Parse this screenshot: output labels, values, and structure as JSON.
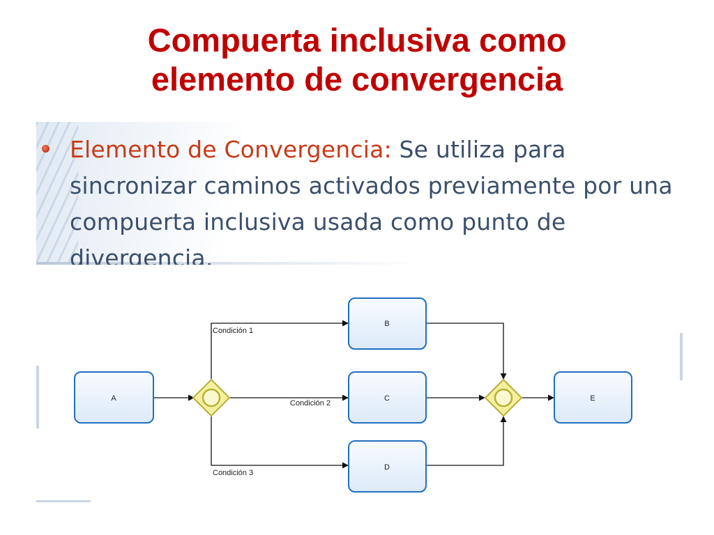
{
  "slide": {
    "title_line1": "Compuerta inclusiva como",
    "title_line2": "elemento de convergencia"
  },
  "bullet": {
    "term": "Elemento de Convergencia:",
    "description": " Se utiliza para sincronizar caminos activados previamente por una compuerta inclusiva usada como punto de divergencia."
  },
  "diagram": {
    "tasks": {
      "a": "A",
      "b": "B",
      "c": "C",
      "d": "D",
      "e": "E"
    },
    "conditions": {
      "c1": "Condición 1",
      "c2": "Condición 2",
      "c3": "Condición 3"
    },
    "gateways": [
      "inclusive-split",
      "inclusive-join"
    ],
    "colors": {
      "title": "#c00000",
      "term": "#c83a18",
      "text": "#3a4f6a",
      "task_border": "#1f6fbf",
      "gateway_fill": "#f5f0a0",
      "gateway_border": "#b7b035"
    }
  }
}
